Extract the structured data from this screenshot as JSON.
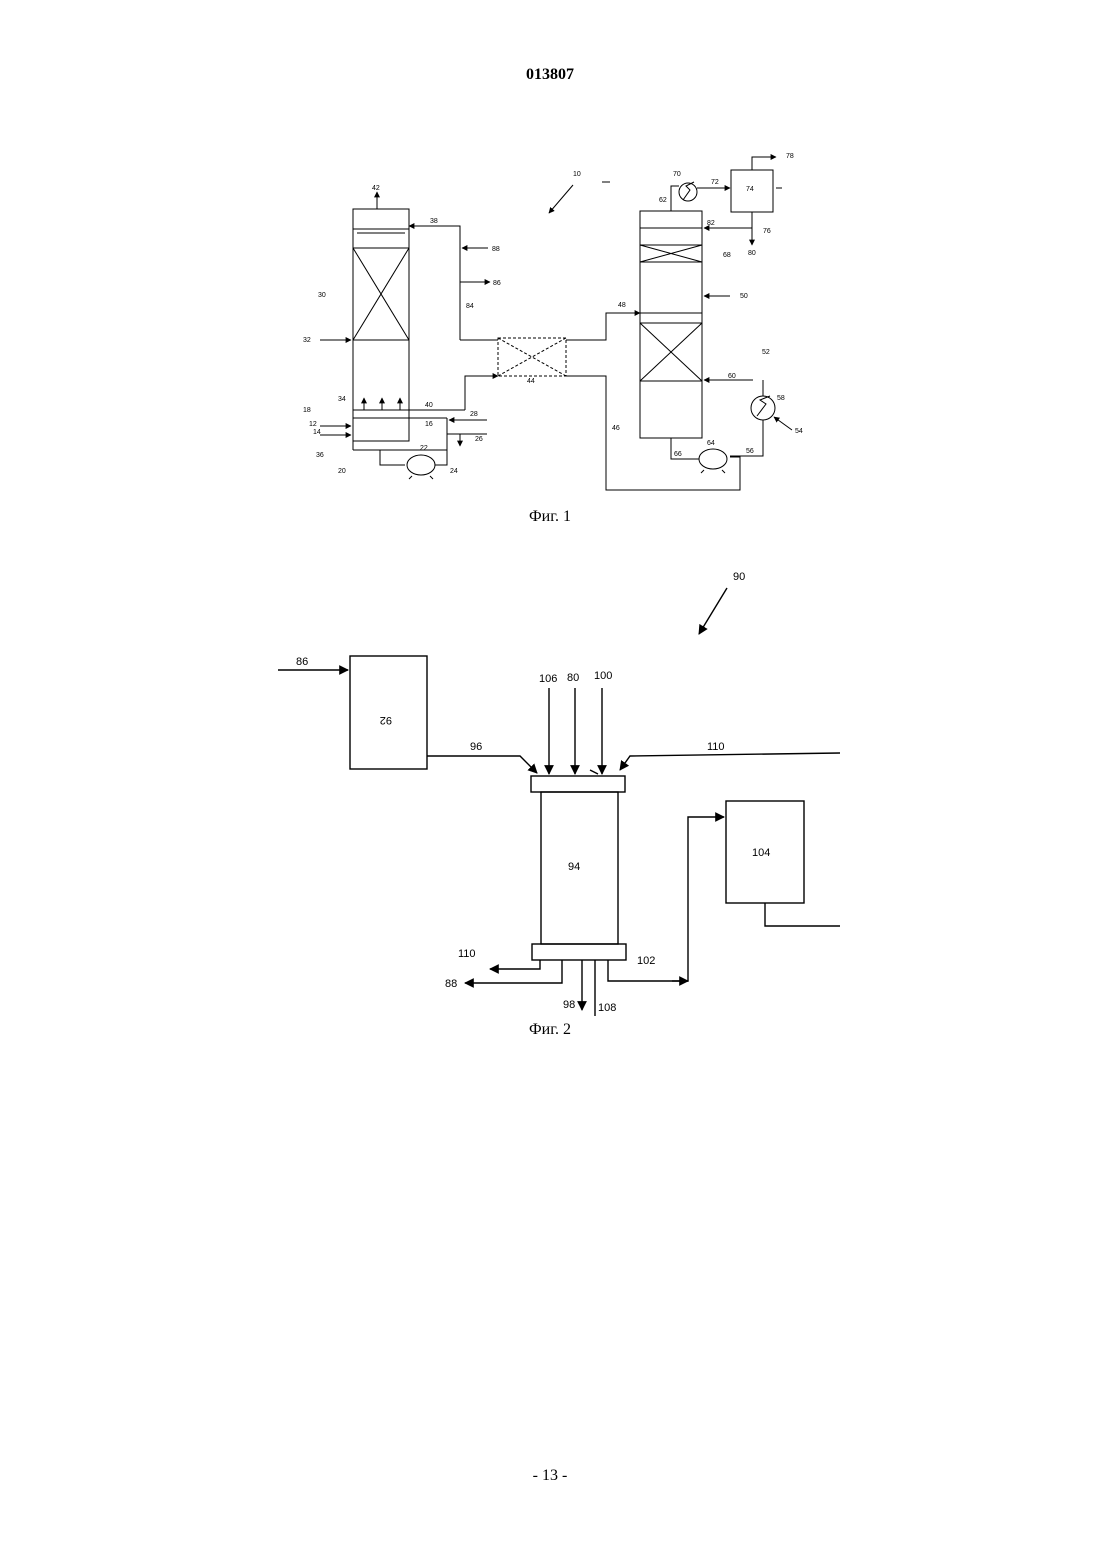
{
  "header": {
    "doc_number": "013807"
  },
  "footer": {
    "page_number": "- 13 -"
  },
  "fig1": {
    "caption": "Фиг. 1",
    "labels": [
      "10",
      "42",
      "38",
      "88",
      "86",
      "84",
      "30",
      "32",
      "34",
      "18",
      "12",
      "14",
      "36",
      "20",
      "40",
      "28",
      "16",
      "26",
      "22",
      "24",
      "44",
      "46",
      "48",
      "50",
      "52",
      "60",
      "58",
      "54",
      "56",
      "64",
      "66",
      "70",
      "72",
      "74",
      "78",
      "62",
      "82",
      "68",
      "76",
      "80"
    ]
  },
  "fig2": {
    "caption": "Фиг. 2",
    "labels": [
      "90",
      "86",
      "92",
      "96",
      "106",
      "80",
      "100",
      "110",
      "94",
      "104",
      "110",
      "88",
      "98",
      "108",
      "102"
    ]
  }
}
